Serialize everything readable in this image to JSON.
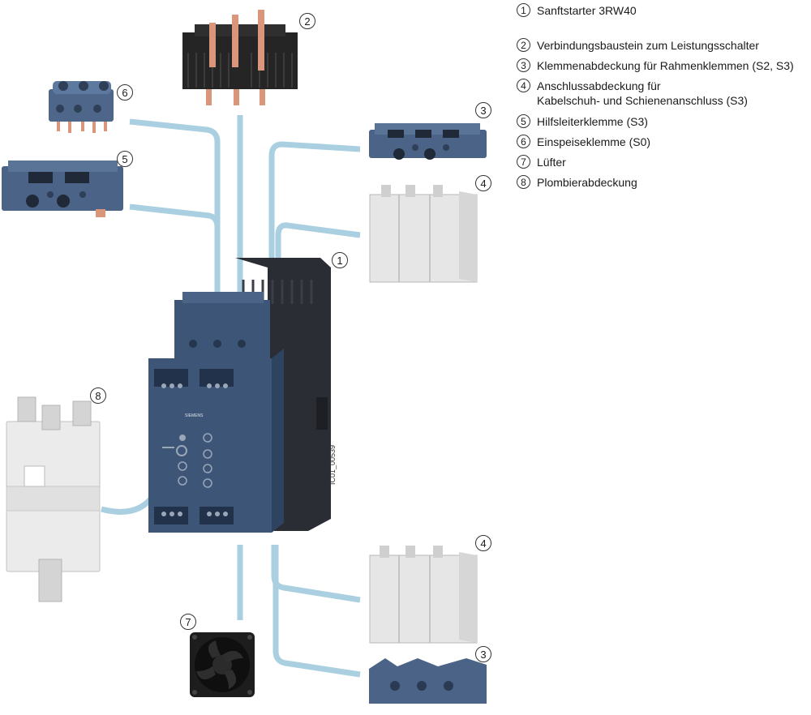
{
  "legend": [
    {
      "num": "1",
      "text": "Sanftstarter 3RW40"
    },
    {
      "num": "2",
      "text": "Verbindungsbaustein zum Leistungsschalter"
    },
    {
      "num": "3",
      "text": "Klemmenabdeckung für Rahmenklemmen (S2, S3)"
    },
    {
      "num": "4",
      "text": "Anschlussabdeckung für\nKabelschuh- und Schienenanschluss (S3)"
    },
    {
      "num": "5",
      "text": "Hilfsleiterklemme (S3)"
    },
    {
      "num": "6",
      "text": "Einspeiseklemme (S0)"
    },
    {
      "num": "7",
      "text": "Lüfter"
    },
    {
      "num": "8",
      "text": "Plombierabdeckung"
    }
  ],
  "callouts": {
    "c1": "1",
    "c2": "2",
    "c3_top": "3",
    "c3_bottom": "3",
    "c4_top": "4",
    "c4_bottom": "4",
    "c5": "5",
    "c6": "6",
    "c7": "7",
    "c8": "8"
  },
  "device": {
    "brand": "SIEMENS",
    "doc_id": "IC01_00539"
  },
  "colors": {
    "device_blue": "#3d5577",
    "device_dark": "#2a2d33",
    "connector_line": "#a9cfe0",
    "cover_gray": "#e3e3e3"
  }
}
